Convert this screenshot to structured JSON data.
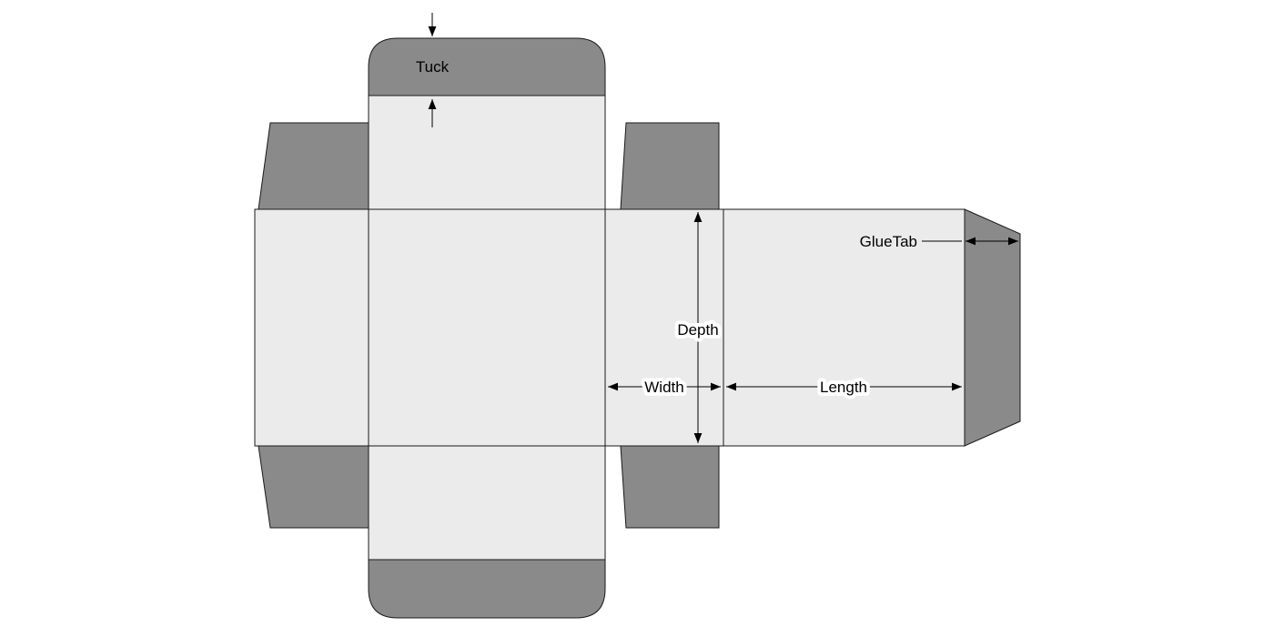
{
  "diagram": {
    "labels": {
      "tuck": "Tuck",
      "depth": "Depth",
      "width": "Width",
      "length": "Length",
      "glue_tab": "GlueTab"
    },
    "colors": {
      "background": "#ffffff",
      "panel_fill": "#ebebeb",
      "flap_fill": "#8a8a8a",
      "outline": "#1a1a1a",
      "dimension": "#000000"
    }
  }
}
